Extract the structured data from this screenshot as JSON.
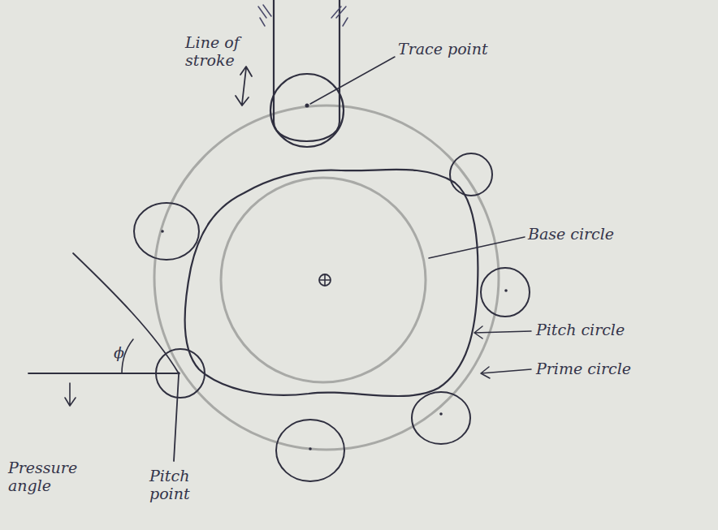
{
  "diagram": {
    "labels": [
      "Trace point",
      "Line of stroke",
      "Base circle",
      "Pitch circle",
      "Prime circle",
      "ϕ",
      "Pressure angle",
      "Pitch point"
    ]
  }
}
